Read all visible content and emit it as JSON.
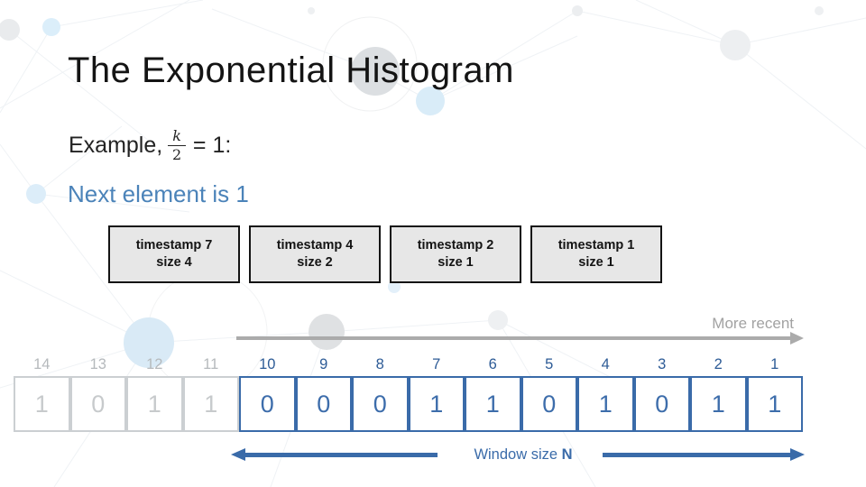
{
  "slide": {
    "title": "The Exponential Histogram",
    "example_prefix": "Example,",
    "fraction_numerator": "k",
    "fraction_denominator": "2",
    "example_suffix": "= 1:",
    "next_element": "Next element is 1"
  },
  "buckets": [
    {
      "timestamp": "timestamp 7",
      "size": "size 4"
    },
    {
      "timestamp": "timestamp 4",
      "size": "size 2"
    },
    {
      "timestamp": "timestamp 2",
      "size": "size 1"
    },
    {
      "timestamp": "timestamp 1",
      "size": "size 1"
    }
  ],
  "stream": {
    "more_recent_label": "More recent",
    "window_label_prefix": "Window size ",
    "window_label_n": "N",
    "cells": [
      {
        "timestamp": "14",
        "bit": "1",
        "state": "expired"
      },
      {
        "timestamp": "13",
        "bit": "0",
        "state": "expired"
      },
      {
        "timestamp": "12",
        "bit": "1",
        "state": "expired"
      },
      {
        "timestamp": "11",
        "bit": "1",
        "state": "expired"
      },
      {
        "timestamp": "10",
        "bit": "0",
        "state": "active"
      },
      {
        "timestamp": "9",
        "bit": "0",
        "state": "active"
      },
      {
        "timestamp": "8",
        "bit": "0",
        "state": "active"
      },
      {
        "timestamp": "7",
        "bit": "1",
        "state": "active"
      },
      {
        "timestamp": "6",
        "bit": "1",
        "state": "active"
      },
      {
        "timestamp": "5",
        "bit": "0",
        "state": "active"
      },
      {
        "timestamp": "4",
        "bit": "1",
        "state": "active"
      },
      {
        "timestamp": "3",
        "bit": "0",
        "state": "active"
      },
      {
        "timestamp": "2",
        "bit": "1",
        "state": "active"
      },
      {
        "timestamp": "1",
        "bit": "1",
        "state": "active"
      }
    ]
  },
  "colors": {
    "accent_blue": "#3a6ba9",
    "label_blue": "#2d5b96",
    "text_blue": "#4b83b9",
    "expired_gray": "#c7cacc",
    "arrow_gray": "#ababab",
    "bucket_fill": "#e7e7e7",
    "bucket_border": "#141414"
  }
}
